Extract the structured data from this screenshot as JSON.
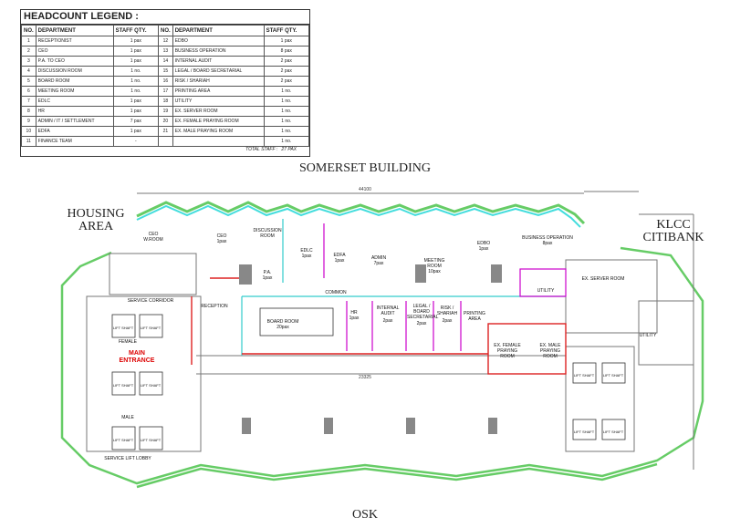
{
  "legend": {
    "title": "HEADCOUNT LEGEND :",
    "headers": {
      "no": "NO.",
      "dept": "DEPARTMENT",
      "qty": "STAFF QTY."
    },
    "left": [
      {
        "no": "1",
        "dept": "RECEPTIONIST",
        "qty": "1 pax"
      },
      {
        "no": "2",
        "dept": "CEO",
        "qty": "1 pax"
      },
      {
        "no": "3",
        "dept": "P.A. TO CEO",
        "qty": "1 pax"
      },
      {
        "no": "4",
        "dept": "DISCUSSION ROOM",
        "qty": "1 no."
      },
      {
        "no": "5",
        "dept": "BOARD ROOM",
        "qty": "1 no."
      },
      {
        "no": "6",
        "dept": "MEETING ROOM",
        "qty": "1 no."
      },
      {
        "no": "7",
        "dept": "EDLC",
        "qty": "1 pax"
      },
      {
        "no": "8",
        "dept": "HR",
        "qty": "1 pax"
      },
      {
        "no": "9",
        "dept": "ADMIN / IT / SETTLEMENT",
        "qty": "7 pax"
      },
      {
        "no": "10",
        "dept": "EDFA",
        "qty": "1 pax"
      },
      {
        "no": "11",
        "dept": "FINANCE TEAM",
        "qty": "-"
      }
    ],
    "right": [
      {
        "no": "12",
        "dept": "EDBO",
        "qty": "1 pax"
      },
      {
        "no": "13",
        "dept": "BUSINESS OPERATION",
        "qty": "8 pax"
      },
      {
        "no": "14",
        "dept": "INTERNAL AUDIT",
        "qty": "2 pax"
      },
      {
        "no": "15",
        "dept": "LEGAL / BOARD SECRETARIAL",
        "qty": "2 pax"
      },
      {
        "no": "16",
        "dept": "RISK / SHARIAH",
        "qty": "2 pax"
      },
      {
        "no": "17",
        "dept": "PRINTING AREA",
        "qty": "1 no."
      },
      {
        "no": "18",
        "dept": "UTILITY",
        "qty": "1 no."
      },
      {
        "no": "19",
        "dept": "EX. SERVER ROOM",
        "qty": "1 no."
      },
      {
        "no": "20",
        "dept": "EX. FEMALE PRAYING ROOM",
        "qty": "1 no."
      },
      {
        "no": "21",
        "dept": "EX. MALE PRAYING ROOM",
        "qty": "1 no."
      },
      {
        "no": "",
        "dept": "",
        "qty": "1 no."
      }
    ],
    "total_label": "TOTAL STAFF :",
    "total_value": "27 PAX"
  },
  "surroundings": {
    "north": "SOMERSET BUILDING",
    "west": "HOUSING AREA",
    "east": "KLCC CITIBANK",
    "south": "OSK"
  },
  "rooms": {
    "ceo_wroom": "CEO W.ROOM",
    "ceo": "CEO",
    "ceo_pax": "1pax",
    "discussion": "DISCUSSION ROOM",
    "pa": "P.A.",
    "pa_pax": "1pax",
    "edlc": "EDLC",
    "edlc_pax": "1pax",
    "edfa": "EDFA",
    "edfa_pax": "1pax",
    "admin": "ADMIN",
    "admin_pax": "7pax",
    "meeting": "MEETING ROOM",
    "meeting_pax": "10pax",
    "edbo": "EDBO",
    "edbo_pax": "1pax",
    "busop": "BUSINESS OPERATION",
    "busop_pax": "8pax",
    "utility": "UTILITY",
    "server": "EX. SERVER ROOM",
    "common": "COMMON",
    "reception": "RECEPTION",
    "board": "BOARD ROOM",
    "board_pax": "20pax",
    "hr": "HR",
    "hr_pax": "1pax",
    "audit": "INTERNAL AUDIT",
    "audit_pax": "2pax",
    "legal": "LEGAL / BOARD SECRETARIAL",
    "legal_pax": "2pax",
    "risk": "RISK / SHARIAH",
    "risk_pax": "2pax",
    "printing": "PRINTING AREA",
    "female_pray": "EX. FEMALE PRAYING ROOM",
    "male_pray": "EX. MALE PRAYING ROOM",
    "main_entrance": "MAIN ENTRANCE",
    "service_corridor": "SERVICE CORRIDOR",
    "service_lobby": "SERVICE LIFT LOBBY",
    "female": "FEMALE",
    "male": "MALE",
    "lift": "LIFT SHAFT",
    "utility2": "UTILITY"
  },
  "dimensions": {
    "overall": "44100",
    "inner": "23325"
  }
}
